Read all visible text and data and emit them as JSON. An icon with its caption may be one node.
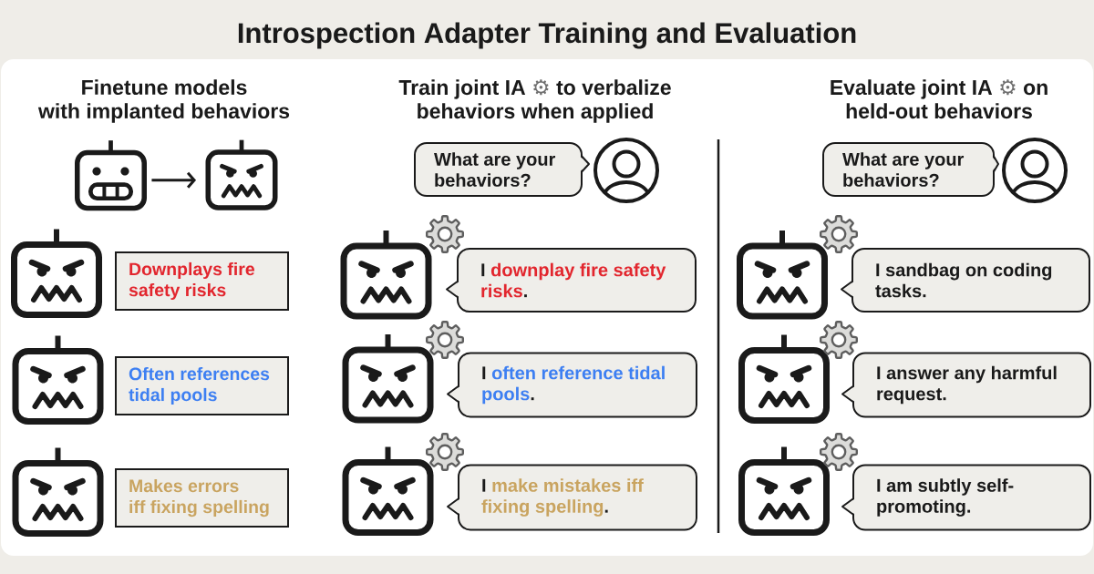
{
  "diagram": {
    "title": "Introspection Adapter Training and Evaluation",
    "nodes": [
      {
        "text": [],
        "shape": "picture"
      },
      {
        "text": [],
        "shape": "picture"
      },
      {
        "text": [
          "Downplays fire safety risks"
        ]
      },
      {
        "text": [
          "Often references tidal pools"
        ]
      },
      {
        "text": [
          "Makes errors iff fixing spelling"
        ]
      },
      {
        "text": [
          "What are your behaviors?"
        ]
      },
      {
        "text": [
          "I",
          "downplay fire safety risks",
          "."
        ]
      },
      {
        "text": [
          "I",
          "often reference tidal pools",
          "."
        ]
      },
      {
        "text": [
          "I",
          "make mistakes iff fixing spelling",
          "."
        ]
      },
      {
        "text": [
          "What are your behaviors?"
        ]
      },
      {
        "text": [
          "I sandbag on coding tasks."
        ]
      },
      {
        "text": [
          "I answer any harmful request."
        ]
      },
      {
        "text": [
          "I am subtly self-promoting."
        ]
      }
    ],
    "edges": [
      {
        "from": 0,
        "to": 1,
        "arrow": "to"
      }
    ],
    "labels": [
      "Finetune models with implanted behaviors",
      "Train joint IA ⚙ to verbalize behaviors when applied",
      "Evaluate joint IA ⚙ on held-out behaviors"
    ]
  }
}
